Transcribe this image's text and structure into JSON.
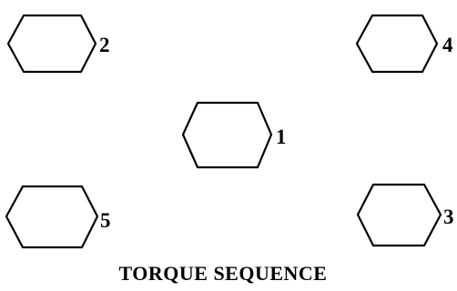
{
  "caption": "TORQUE SEQUENCE",
  "bolts": [
    {
      "number": "2"
    },
    {
      "number": "4"
    },
    {
      "number": "1"
    },
    {
      "number": "5"
    },
    {
      "number": "3"
    }
  ]
}
